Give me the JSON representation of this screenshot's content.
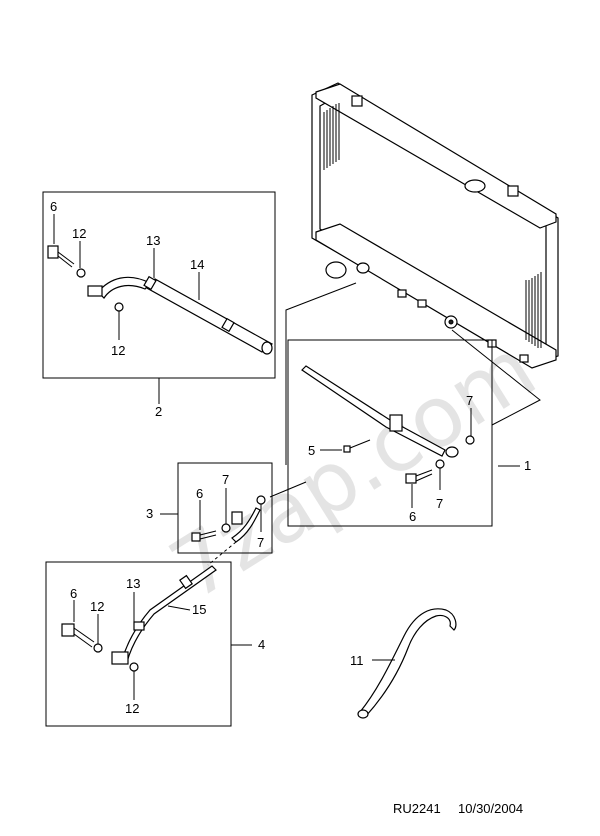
{
  "watermark": "7zap.com",
  "footer": {
    "code": "RU2241",
    "date": "10/30/2004"
  },
  "callouts": {
    "c1": "1",
    "c2": "2",
    "c3": "3",
    "c4": "4",
    "c5": "5",
    "c6a": "6",
    "c6b": "6",
    "c6c": "6",
    "c6d": "6",
    "c7a": "7",
    "c7b": "7",
    "c7c": "7",
    "c7d": "7",
    "c11": "11",
    "c12a": "12",
    "c12b": "12",
    "c12c": "12",
    "c12d": "12",
    "c13a": "13",
    "c13b": "13",
    "c14": "14",
    "c15": "15"
  }
}
